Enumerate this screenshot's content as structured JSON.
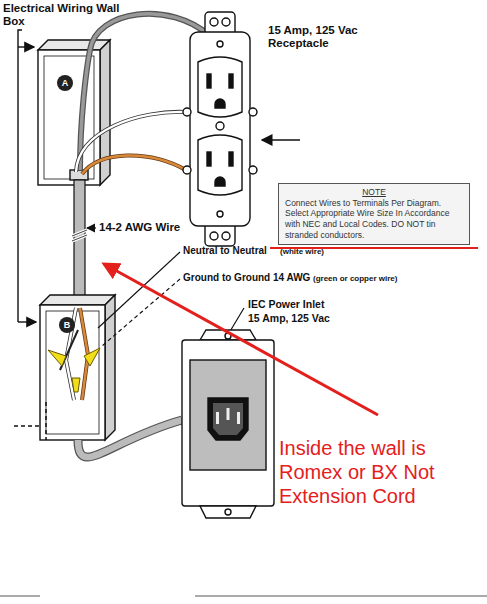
{
  "diagram": {
    "nodes": [
      {
        "text": [
          "NOTE",
          "Connect Wires to Terminals Per Diagram. Select Appropriate Wire Size In Accordance with NEC and Local Codes. DO NOT tin stranded conductors."
        ]
      },
      {
        "text": [
          "A"
        ]
      },
      {
        "text": [
          "B"
        ]
      }
    ],
    "labels": [
      "Electrical Wiring Wall Box",
      "15 Amp, 125 Vac Receptacle",
      "14-2 AWG Wire",
      "Neutral to Neutral",
      "(white wire)",
      "Ground to Ground 14 AWG",
      "(green or copper wire)",
      "IEC Power Inlet",
      "15 Amp, 125 Vac",
      "Inside the wall is Romex or BX Not Extension Cord"
    ]
  }
}
